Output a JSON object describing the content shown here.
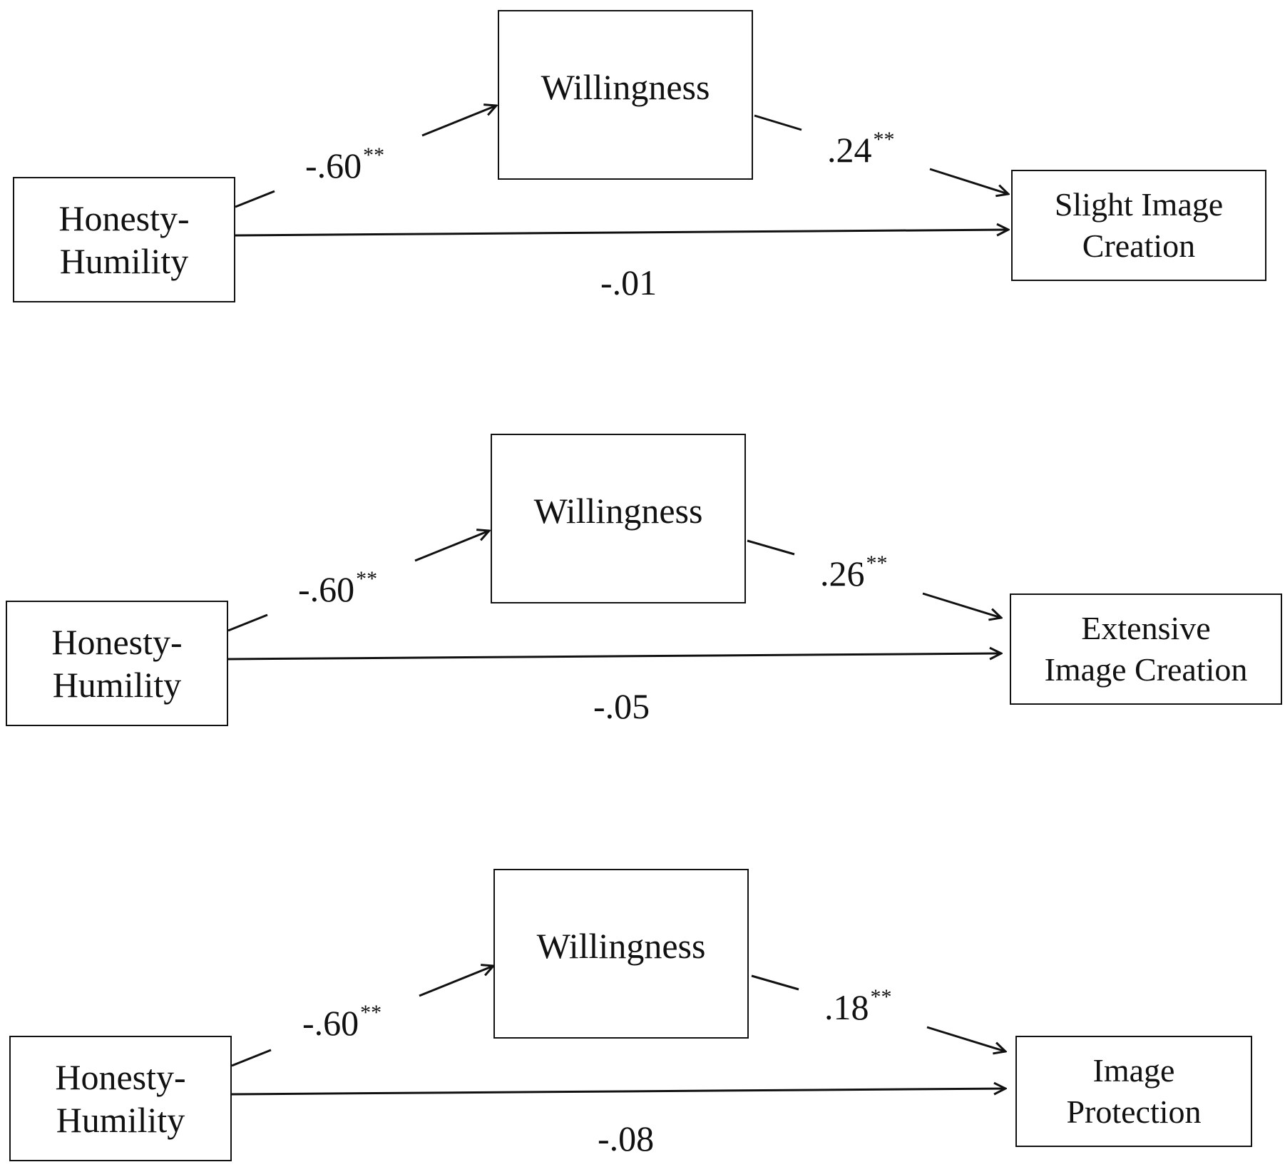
{
  "models": [
    {
      "predictor": [
        "Honesty-",
        "Humility"
      ],
      "mediator": "Willingness",
      "outcome": [
        "Slight Image",
        "Creation"
      ],
      "path_a": {
        "value": "-.60",
        "sig": "**"
      },
      "path_b": {
        "value": ".24",
        "sig": "**"
      },
      "path_c": {
        "value": "-.01"
      }
    },
    {
      "predictor": [
        "Honesty-",
        "Humility"
      ],
      "mediator": "Willingness",
      "outcome": [
        "Extensive",
        "Image Creation"
      ],
      "path_a": {
        "value": "-.60",
        "sig": "**"
      },
      "path_b": {
        "value": ".26",
        "sig": "**"
      },
      "path_c": {
        "value": "-.05"
      }
    },
    {
      "predictor": [
        "Honesty-",
        "Humility"
      ],
      "mediator": "Willingness",
      "outcome": [
        "Image",
        "Protection"
      ],
      "path_a": {
        "value": "-.60",
        "sig": "**"
      },
      "path_b": {
        "value": ".18",
        "sig": "**"
      },
      "path_c": {
        "value": "-.08"
      }
    }
  ]
}
